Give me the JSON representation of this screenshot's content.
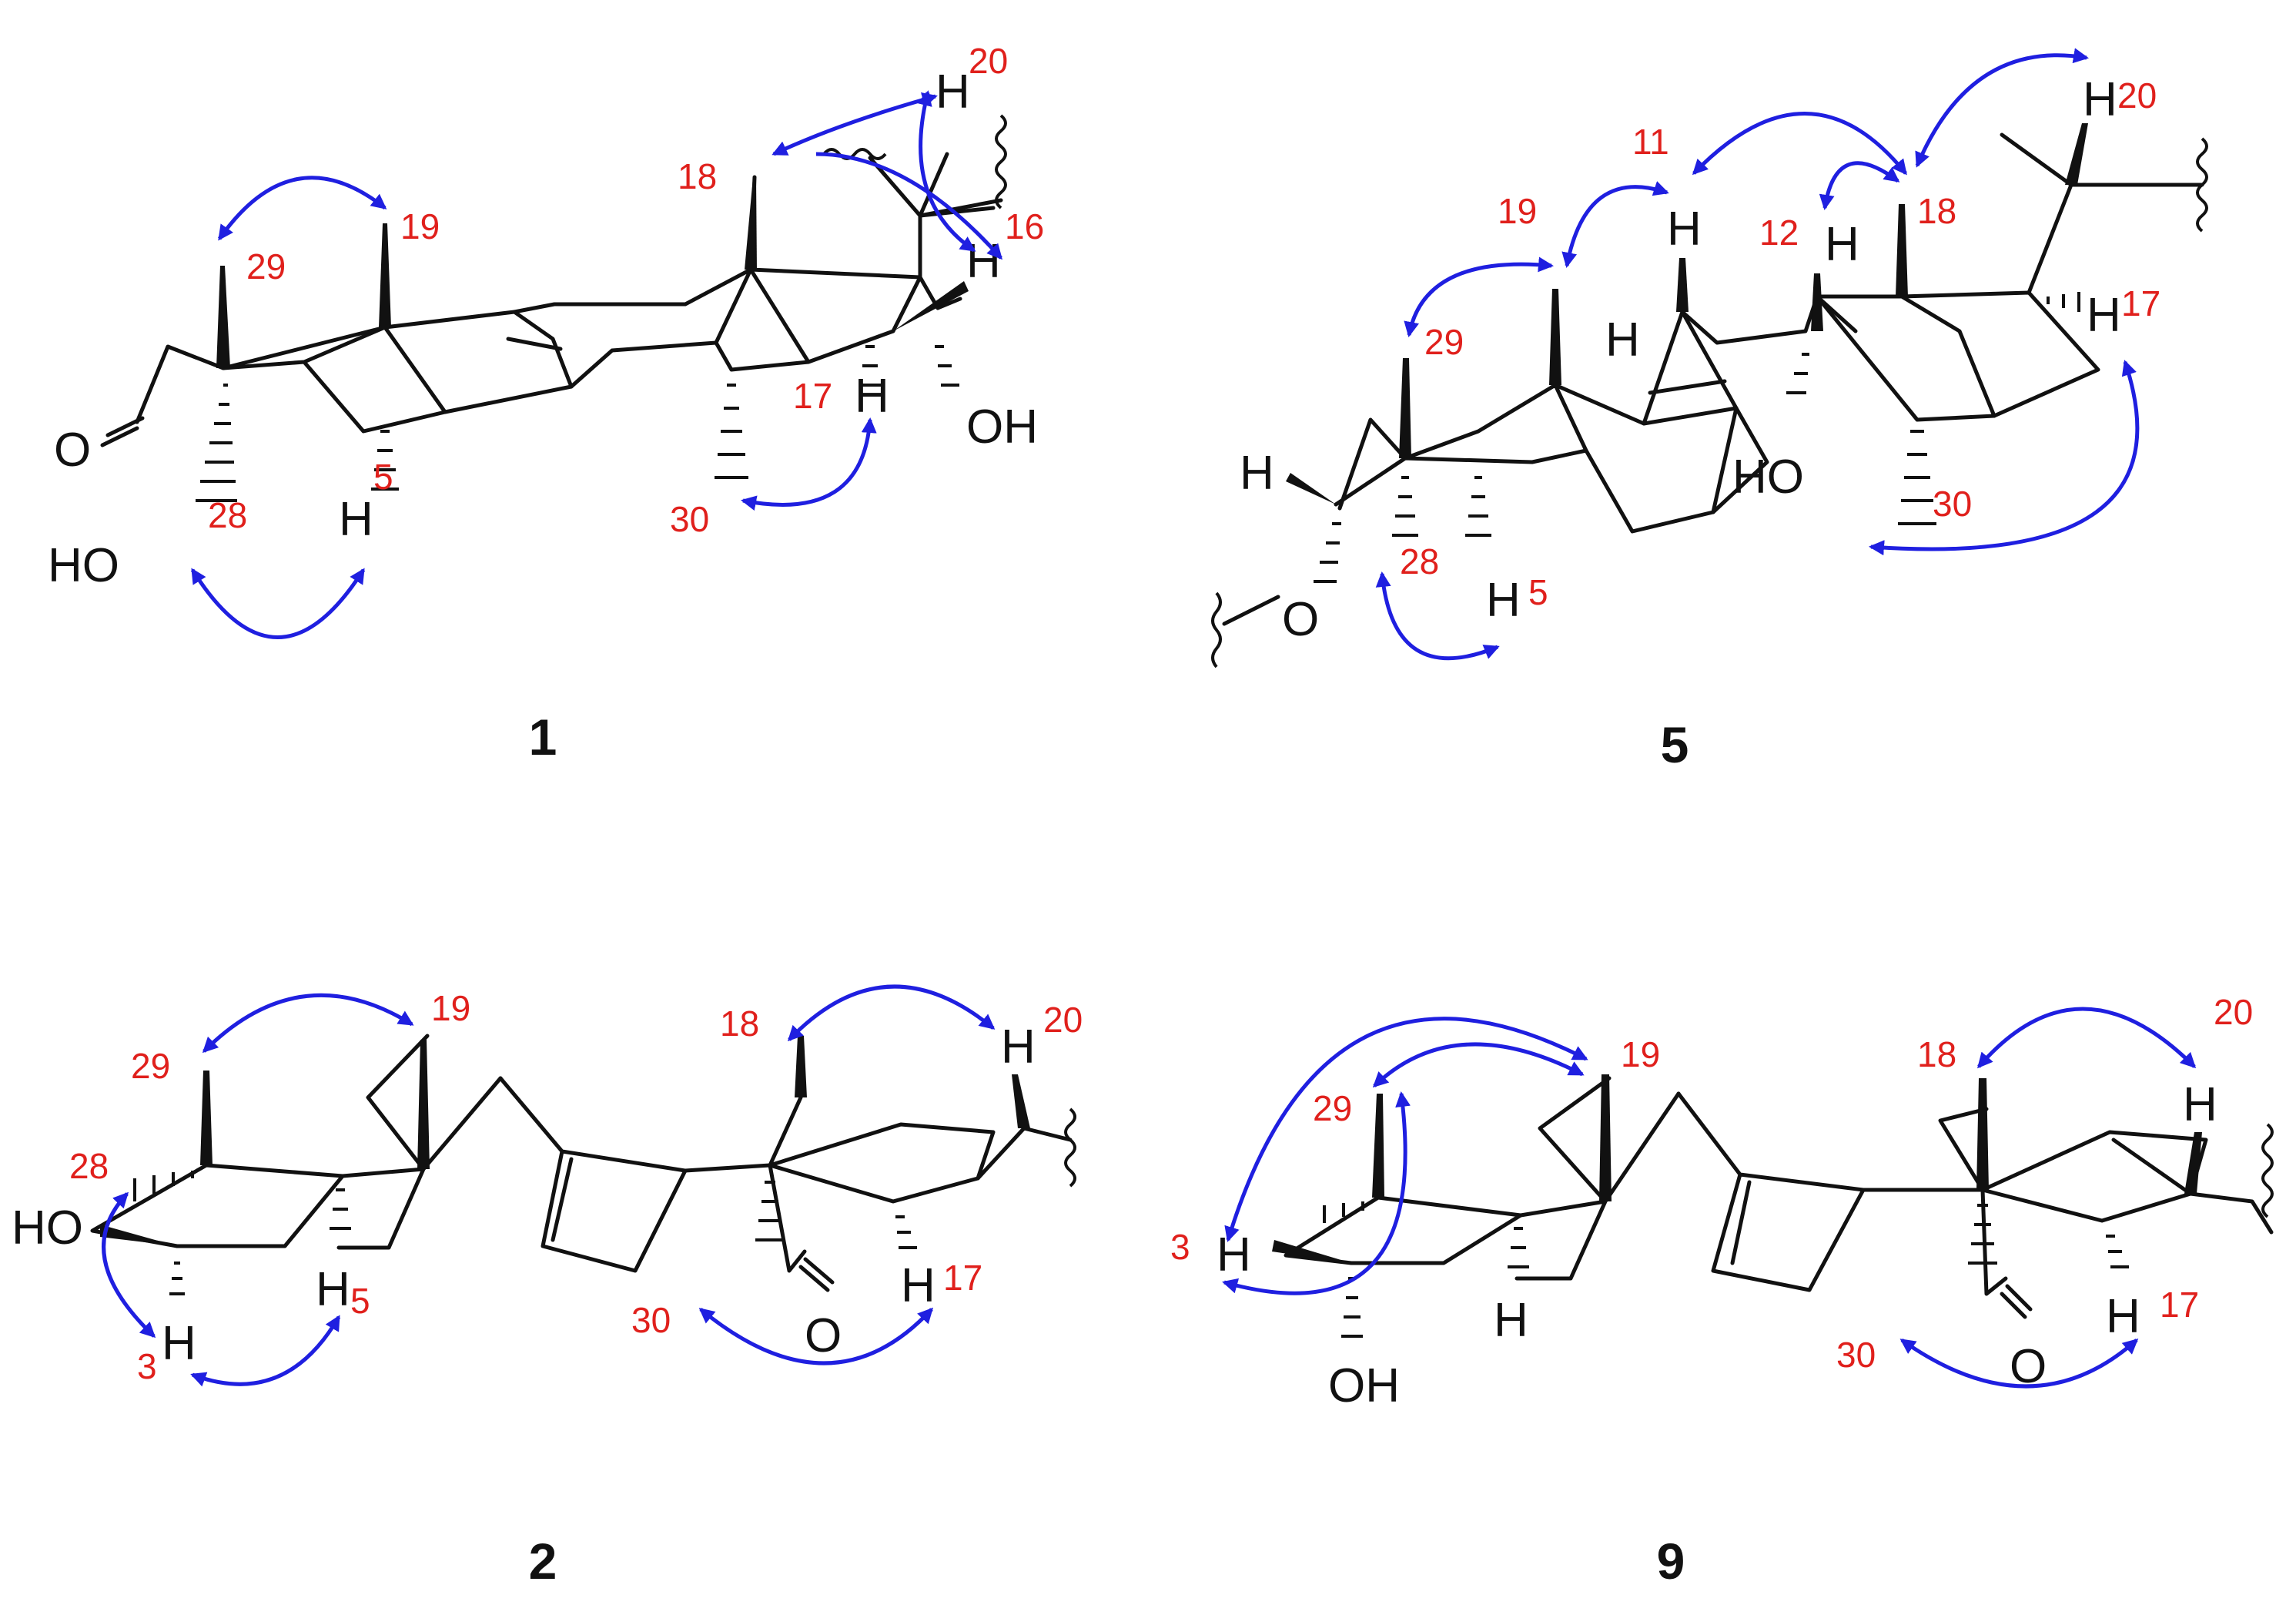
{
  "colors": {
    "bonds": "#111111",
    "locants": "#e0201c",
    "noe_arrows": "#1f1fe0"
  },
  "compounds": [
    {
      "id": "1",
      "atom_labels": [
        "O",
        "HO",
        "H",
        "H",
        "H",
        "OH",
        "H"
      ],
      "locants": [
        "29",
        "19",
        "18",
        "20",
        "16",
        "5",
        "28",
        "17",
        "30"
      ],
      "noe_pairs": [
        [
          "29",
          "19"
        ],
        [
          "18",
          "20"
        ],
        [
          "20",
          "16"
        ],
        [
          "28",
          "5"
        ],
        [
          "30",
          "17"
        ]
      ]
    },
    {
      "id": "5",
      "atom_labels": [
        "H",
        "H",
        "H",
        "H",
        "H",
        "H",
        "HO",
        "H",
        "O"
      ],
      "locants": [
        "20",
        "11",
        "19",
        "12",
        "18",
        "29",
        "17",
        "30",
        "28",
        "5"
      ],
      "noe_pairs": [
        [
          "11",
          "18"
        ],
        [
          "18",
          "20"
        ],
        [
          "19",
          "11"
        ],
        [
          "12",
          "18"
        ],
        [
          "29",
          "19"
        ],
        [
          "17",
          "30"
        ],
        [
          "28",
          "5"
        ]
      ]
    },
    {
      "id": "2",
      "atom_labels": [
        "HO",
        "H",
        "H",
        "O",
        "H",
        "H"
      ],
      "locants": [
        "19",
        "18",
        "20",
        "29",
        "28",
        "3",
        "5",
        "30",
        "17"
      ],
      "noe_pairs": [
        [
          "29",
          "19"
        ],
        [
          "18",
          "20"
        ],
        [
          "28",
          "3"
        ],
        [
          "3",
          "5"
        ],
        [
          "30",
          "17"
        ]
      ]
    },
    {
      "id": "9",
      "atom_labels": [
        "H",
        "OH",
        "H",
        "O",
        "H",
        "H"
      ],
      "locants": [
        "19",
        "18",
        "20",
        "29",
        "3",
        "30",
        "17"
      ],
      "noe_pairs": [
        [
          "3",
          "19"
        ],
        [
          "29",
          "19"
        ],
        [
          "3",
          "29"
        ],
        [
          "18",
          "20"
        ],
        [
          "30",
          "17"
        ]
      ]
    }
  ]
}
